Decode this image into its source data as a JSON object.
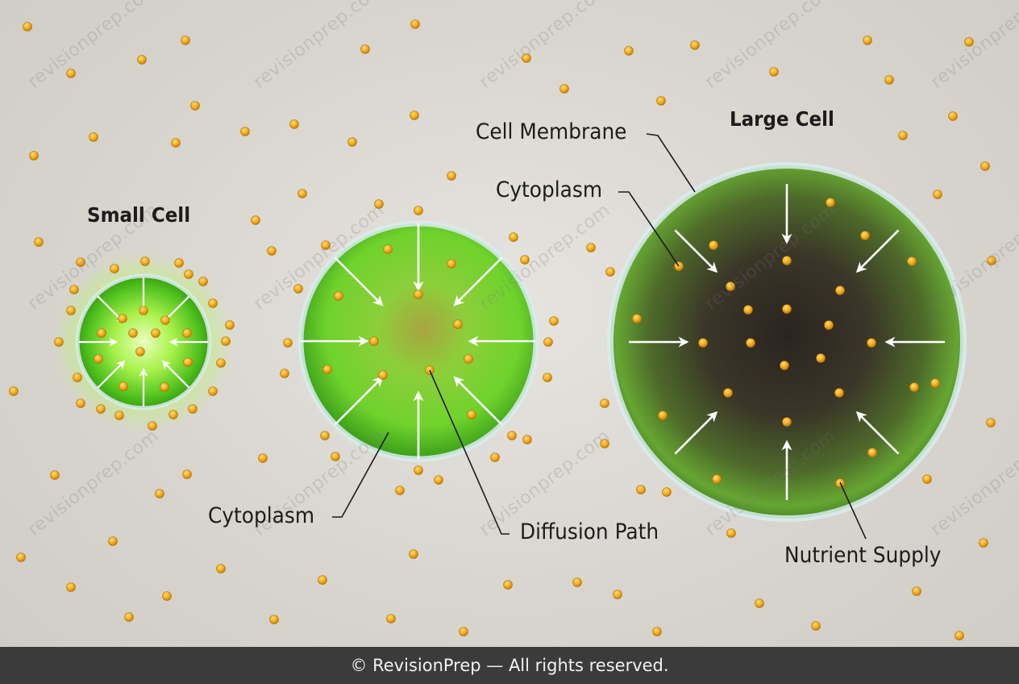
{
  "watermark_text": "revisionprep.com",
  "labels": {
    "small_cell": "Small Cell",
    "large_cell": "Large Cell",
    "cell_membrane": "Cell Membrane",
    "cytoplasm_large": "Cytoplasm",
    "cytoplasm_medium": "Cytoplasm",
    "diffusion_path": "Diffusion Path",
    "nutrient_supply": "Nutrient Supply"
  },
  "footer": "© RevisionPrep — All rights reserved.",
  "colors": {
    "nutrient": "#f2a81a",
    "small_cell_core": "#c8ff6a",
    "medium_cell_core": "#8fd63a",
    "large_cell_core": "#2e2a22",
    "membrane": "#cfe3e6",
    "arrow": "#ffffff",
    "footer_bg": "#3b3b3b"
  }
}
